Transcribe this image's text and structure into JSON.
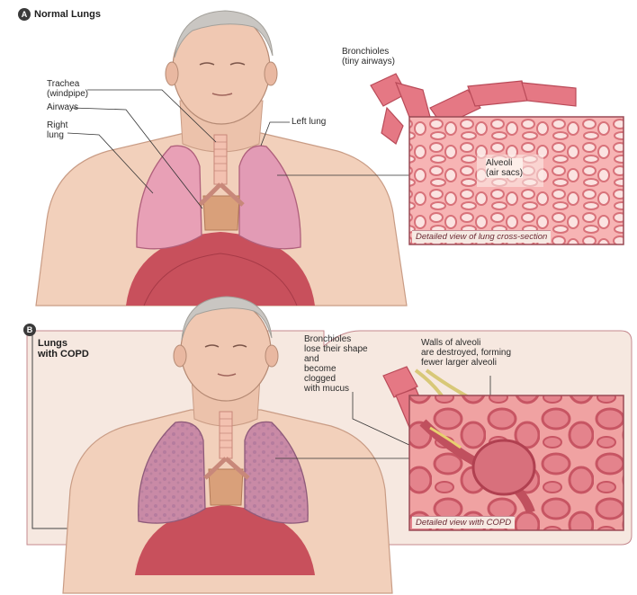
{
  "panel_a": {
    "badge": "A",
    "title": "Normal Lungs",
    "labels": {
      "trachea": "Trachea\n(windpipe)",
      "airways": "Airways",
      "right_lung": "Right\nlung",
      "left_lung": "Left lung",
      "bronchioles": "Bronchioles\n(tiny airways)",
      "alveoli": "Alveoli\n(air sacs)"
    },
    "caption": "Detailed view of lung cross-section"
  },
  "panel_b": {
    "badge": "B",
    "title": "Lungs\nwith COPD",
    "labels": {
      "bronchioles": "Bronchioles\nlose their shape\nand\nbecome\nclogged\nwith mucus",
      "alveoli_walls": "Walls of alveoli\nare destroyed, forming\nfewer larger alveoli"
    },
    "caption": "Detailed view with COPD"
  },
  "colors": {
    "skin": "#f2d0bb",
    "lung_normal": "#e8a0b6",
    "lung_copd": "#c98aa6",
    "alveoli_bg": "#f3a8a8",
    "panel_b_bg": "#f6e8e0",
    "diaphragm": "#c8505c"
  }
}
